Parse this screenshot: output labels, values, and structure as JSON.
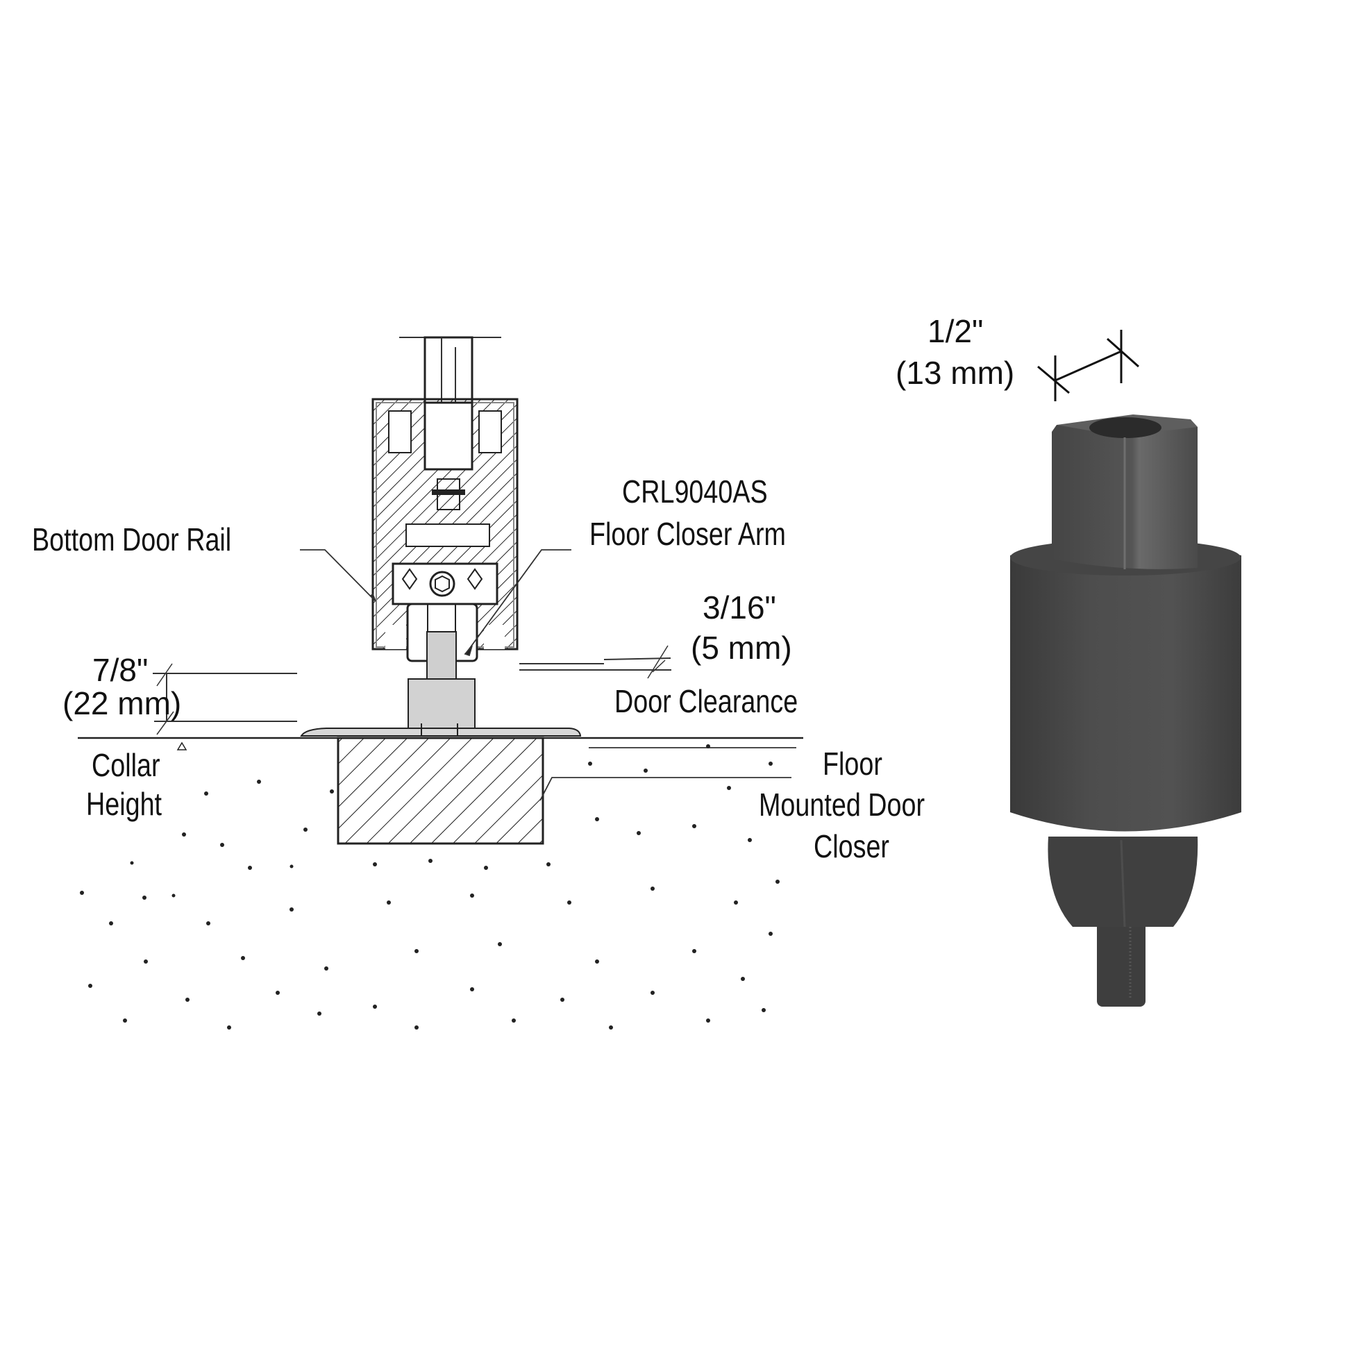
{
  "diagram": {
    "title_part": "CRL9040AS",
    "labels": {
      "bottom_door_rail": "Bottom Door Rail",
      "arm_part_number": "CRL9040AS",
      "arm_name": "Floor Closer Arm",
      "clearance_inch": "3/16\"",
      "clearance_mm": "(5 mm)",
      "clearance_label": "Door Clearance",
      "collar_inch": "7/8\"",
      "collar_mm": "(22 mm)",
      "collar_label_1": "Collar",
      "collar_label_2": "Height",
      "closer_label_1": "Floor",
      "closer_label_2": "Mounted Door",
      "closer_label_3": "Closer"
    }
  },
  "product": {
    "dimension_inch": "1/2\"",
    "dimension_mm": "(13 mm)",
    "color": "#4a4a4a"
  },
  "colors": {
    "line": "#1a1a1a",
    "collar_fill": "#d2d2d2",
    "background": "#ffffff"
  }
}
